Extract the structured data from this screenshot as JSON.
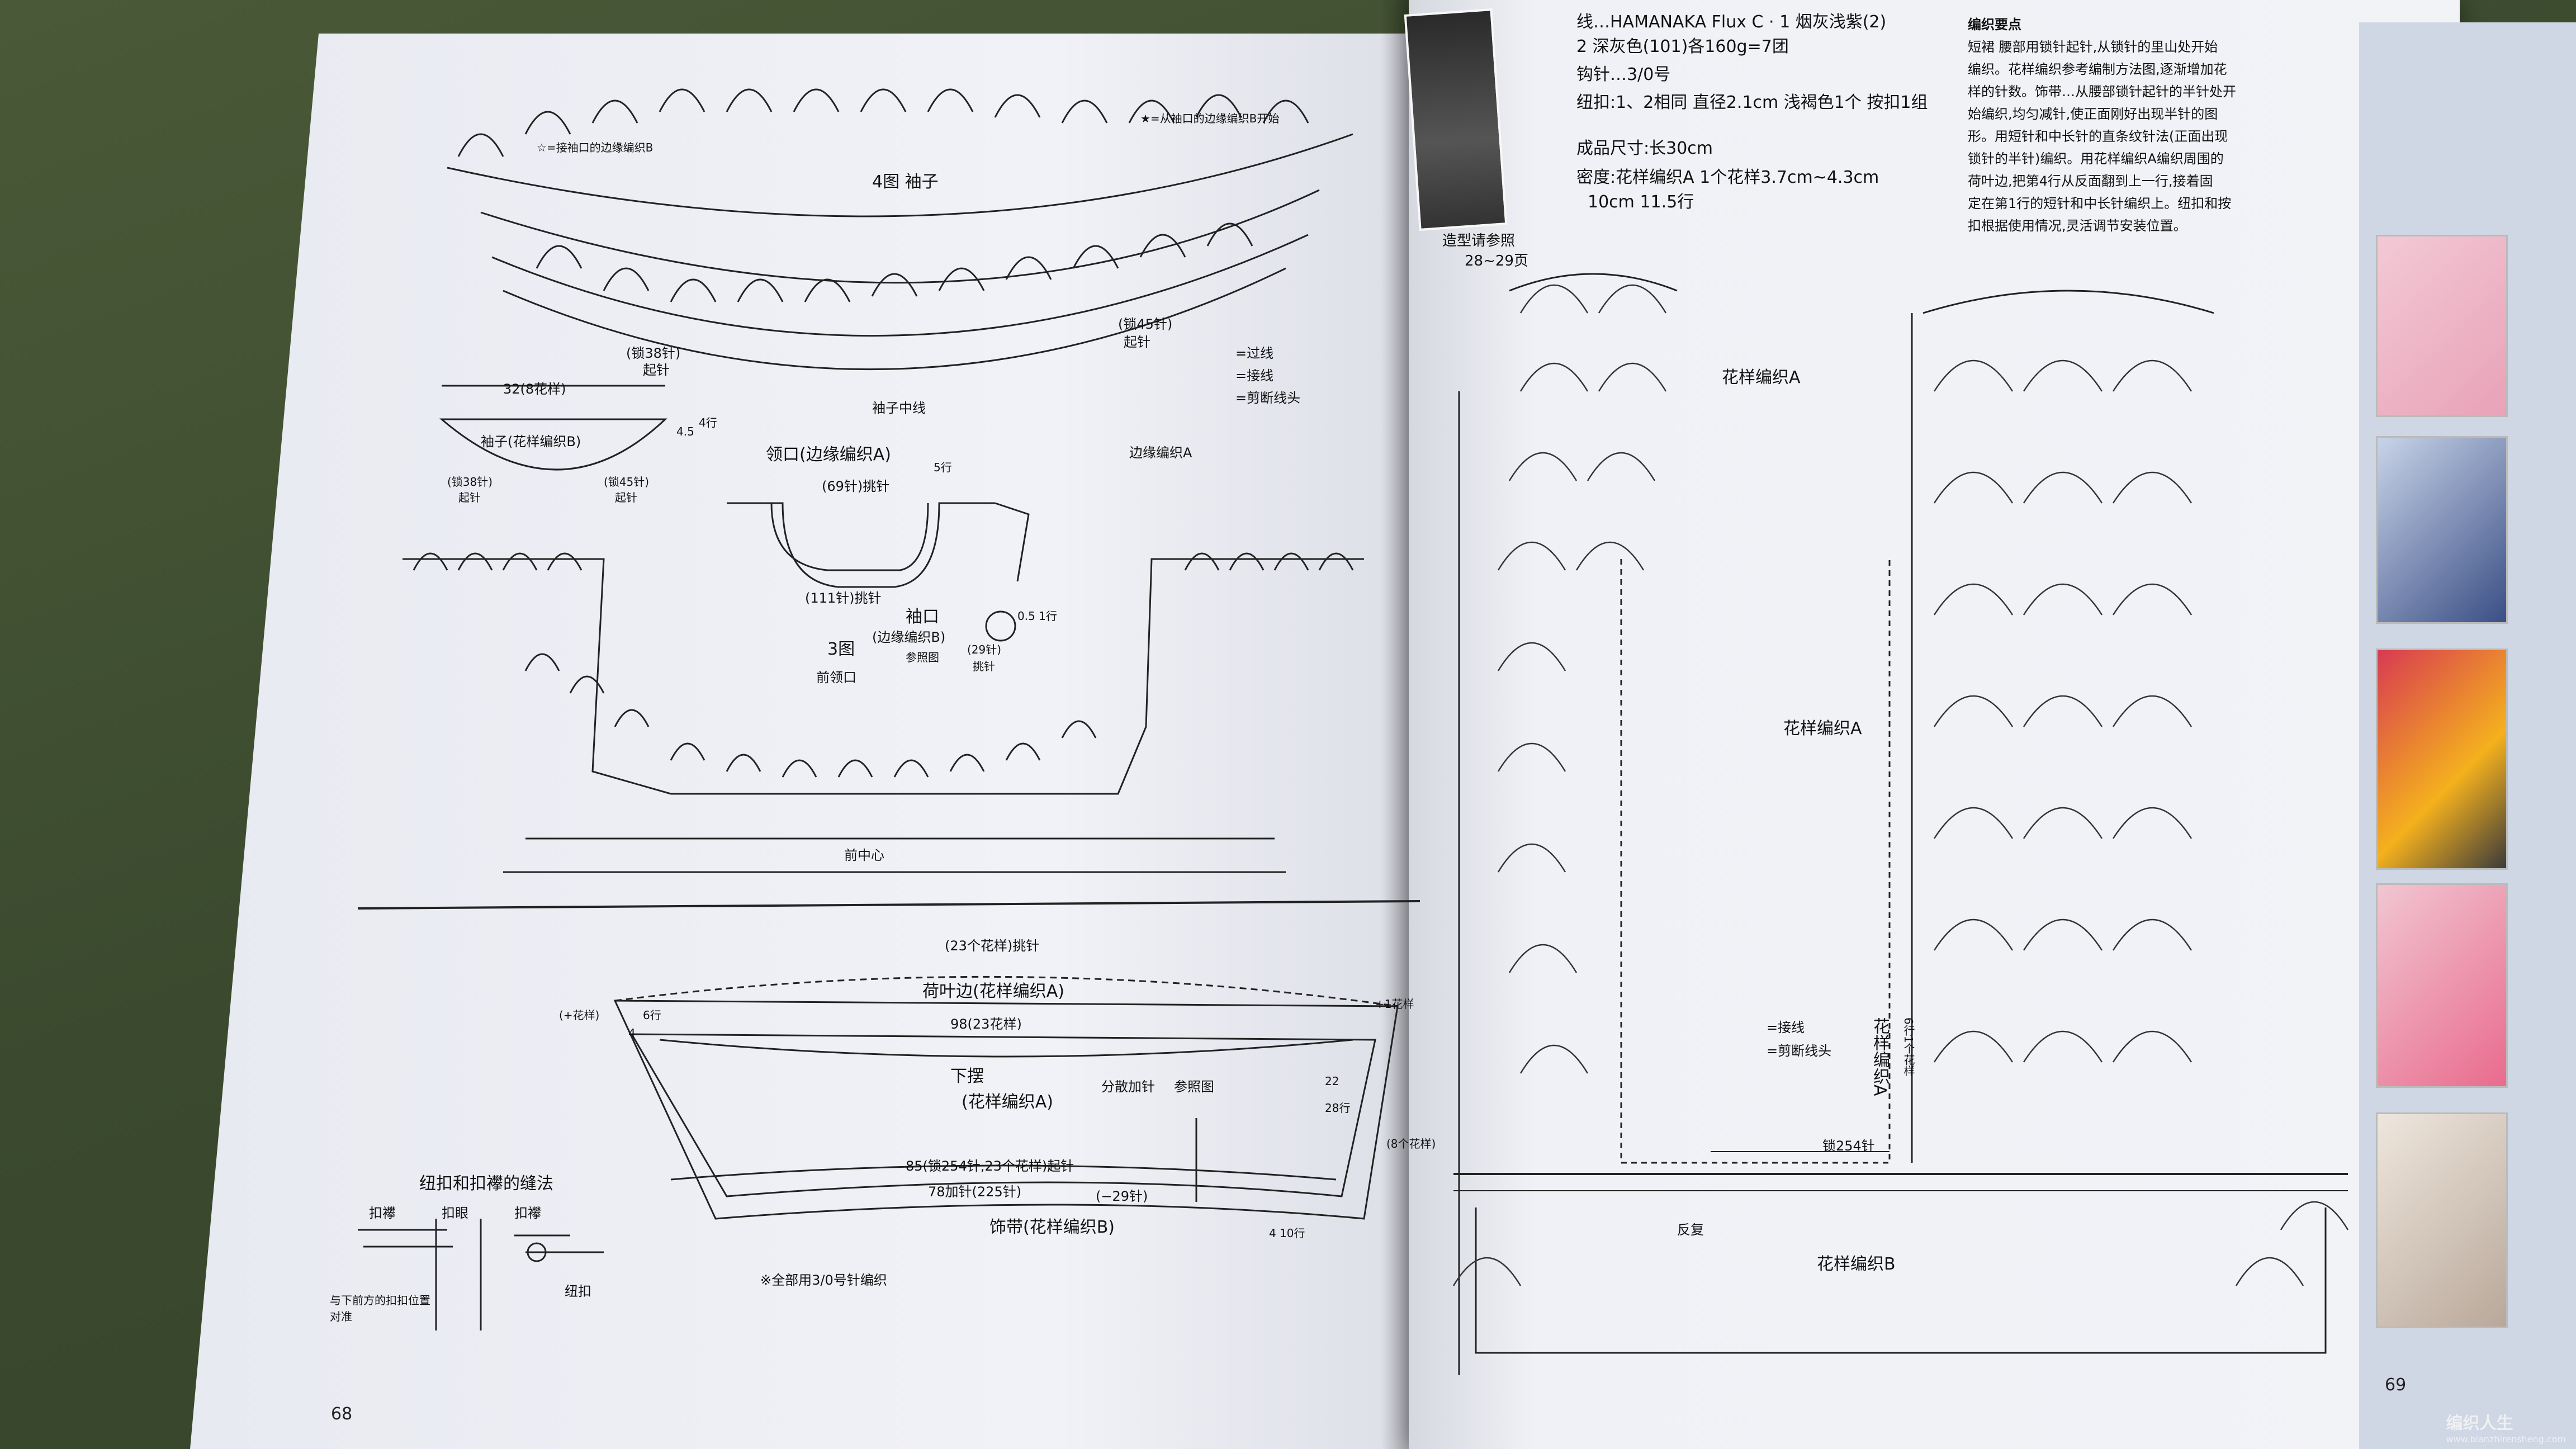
{
  "left_page": {
    "fig4_title": "4图 袖子",
    "fig4_note_star": "★=从袖口的边缘编织B开始",
    "fig4_note_diamond": "☆=接袖口的边缘编织B",
    "fig4_chain_left": "(锁38针)",
    "fig4_chain_left_sub": "起针",
    "fig4_chain_right": "(锁45针)",
    "fig4_chain_right_sub": "起针",
    "fig4_center": "袖子中线",
    "legend_pass": "=过线",
    "legend_join": "=接线",
    "legend_cut": "=剪断线头",
    "sleeve_width": "32(8花样)",
    "sleeve_label": "袖子(花样编织B)",
    "sleeve_rows": "4行",
    "sleeve_cm": "4.5",
    "sleeve_chain_left": "(锁38针)",
    "sleeve_chain_left_sub": "起针",
    "sleeve_chain_right": "(锁45针)",
    "sleeve_chain_right_sub": "起针",
    "neck_label": "领口(边缘编织A)",
    "neck_top": "(69针)挑针",
    "neck_bottom": "(111针)挑针",
    "neck_rows": "5行",
    "cuff_label": "袖口",
    "cuff_sub": "(边缘编织B)",
    "cuff_ref": "参照图",
    "cuff_pick": "(29针)",
    "cuff_pick_sub": "挑针",
    "cuff_rows": "0.5 1行",
    "fig3_title": "3图",
    "fig3_sub": "前领口",
    "edge_a": "边缘编织A",
    "front_center": "前中心",
    "hem_pick": "(23个花样)挑针",
    "ruffle": "荷叶边(花样编织A)",
    "ruffle_plus_left": "(+花样)",
    "ruffle_rows_left": "6行",
    "ruffle_rows_left2": "4",
    "ruffle_plus_right": "+1花样",
    "hem_count": "98(23花样)",
    "hem_title": "下摆",
    "hem_pattern": "(花样编织A)",
    "hem_inc": "分散加针",
    "hem_ref": "参照图",
    "hem_22": "22",
    "hem_28": "28行",
    "hem_8": "(8个花样)",
    "hem_chain": "85(锁254针,23个花样)起针",
    "hem_add": "78加针(225针)",
    "hem_minus": "(−29针)",
    "belt": "饰带(花样编织B)",
    "belt_rows": "4 10行",
    "button_title": "纽扣和扣襻的缝法",
    "button_loop": "扣襻",
    "button_hole": "扣眼",
    "button_loop2": "扣襻",
    "button_note": "与下前方的扣扣位置对准",
    "button_btn": "纽扣",
    "all_note": "※全部用3/0号针编织",
    "page_number": "68"
  },
  "right_page": {
    "yarn": "线…HAMANAKA Flux C · 1 烟灰浅紫(2)",
    "yarn2": "2 深灰色(101)各160g=7团",
    "hook": "钩针…3/0号",
    "button": "纽扣:1、2相同 直径2.1cm 浅褐色1个 按扣1组",
    "size": "成品尺寸:长30cm",
    "gauge": "密度:花样编织A 1个花样3.7cm~4.3cm",
    "gauge2": "10cm 11.5行",
    "photo_caption": "造型请参照",
    "photo_caption2": "28~29页",
    "points_title": "编织要点",
    "points_1": "短裙 腰部用锁针起针,从锁针的里山处开始",
    "points_2": "编织。花样编织参考编制方法图,逐渐增加花",
    "points_3": "样的针数。饰带…从腰部锁针起针的半针处开",
    "points_4": "始编织,均匀减针,使正面刚好出现半针的图",
    "points_5": "形。用短针和中长针的直条纹针法(正面出现",
    "points_6": "锁针的半针)编织。用花样编织A编织周围的",
    "points_7": "荷叶边,把第4行从反面翻到上一行,接着固",
    "points_8": "定在第1行的短针和中长针编织上。纽扣和按",
    "points_9": "扣根据使用情况,灵活调节安装位置。",
    "pattern_a_top": "花样编织A",
    "pattern_a_mid": "花样编织A",
    "pattern_a_vert": "花样编织A",
    "pattern_a_vert_rows": "6行1个花样",
    "legend_join": "=接线",
    "legend_cut": "=剪断线头",
    "chain_254": "锁254针",
    "repeat": "反复",
    "pattern_b": "花样编织B",
    "page_number": "69"
  },
  "watermark": {
    "text": "编织人生",
    "url": "www.bianzhirensheng.com"
  }
}
